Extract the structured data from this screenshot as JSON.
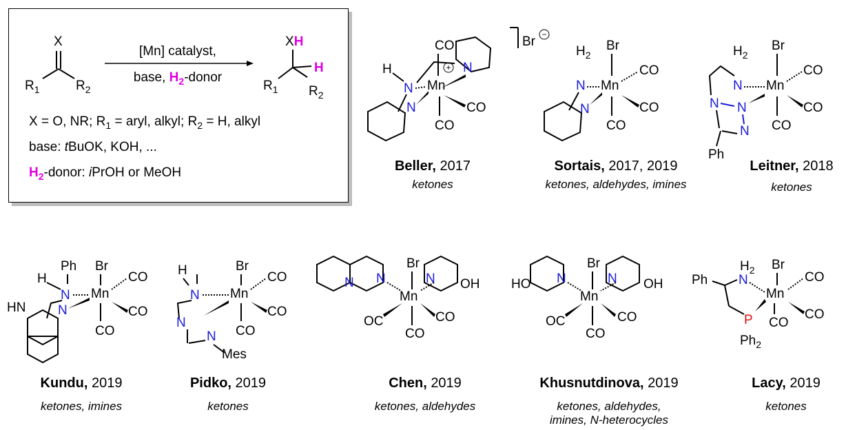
{
  "reaction": {
    "x_label": "X",
    "r1": "R",
    "r1_sub": "1",
    "r2": "R",
    "r2_sub": "2",
    "arrow_top": "[Mn] catalyst,",
    "arrow_bottom_pre": "base, ",
    "arrow_bottom_h2": "H",
    "arrow_bottom_h2_sub": "2",
    "arrow_bottom_post": "-donor",
    "product_x": "X",
    "product_h": "H",
    "line1": "X = O, NR; R",
    "line1_b": " = aryl, alkyl; R",
    "line1_c": " = H, alkyl",
    "line2_pre": "base: ",
    "line2_t": "t",
    "line2_post": "BuOK, KOH, ...",
    "line3_h": "H",
    "line3_sub": "2",
    "line3_mid": "-donor: ",
    "line3_i": "i",
    "line3_post": "PrOH or MeOH"
  },
  "catalysts": [
    {
      "name": "Beller,",
      "year": "2017",
      "substrates": [
        "ketones"
      ]
    },
    {
      "name": "Sortais,",
      "year": "2017, 2019",
      "substrates": [
        "ketones, aldehydes, imines"
      ]
    },
    {
      "name": "Leitner,",
      "year": "2018",
      "substrates": [
        "ketones"
      ]
    },
    {
      "name": "Kundu,",
      "year": "2019",
      "substrates": [
        "ketones, imines"
      ]
    },
    {
      "name": "Pidko,",
      "year": "2019",
      "substrates": [
        "ketones"
      ]
    },
    {
      "name": "Chen,",
      "year": "2019",
      "substrates": [
        "ketones, aldehydes"
      ]
    },
    {
      "name": "Khusnutdinova,",
      "year": "2019",
      "substrates": [
        "ketones, aldehydes,",
        "imines, N-heterocycles"
      ]
    },
    {
      "name": "Lacy,",
      "year": "2019",
      "substrates": [
        "ketones"
      ]
    }
  ],
  "labels": {
    "mn": "Mn",
    "co": "CO",
    "oc": "OC",
    "br": "Br",
    "n": "N",
    "h": "H",
    "h2": "H",
    "h2_sub": "2",
    "ph": "Ph",
    "ph2": "Ph",
    "mes": "Mes",
    "oh": "OH",
    "ho": "HO",
    "hn": "HN",
    "p": "P",
    "bromide": "Br",
    "plus": "+",
    "minus": "−"
  }
}
